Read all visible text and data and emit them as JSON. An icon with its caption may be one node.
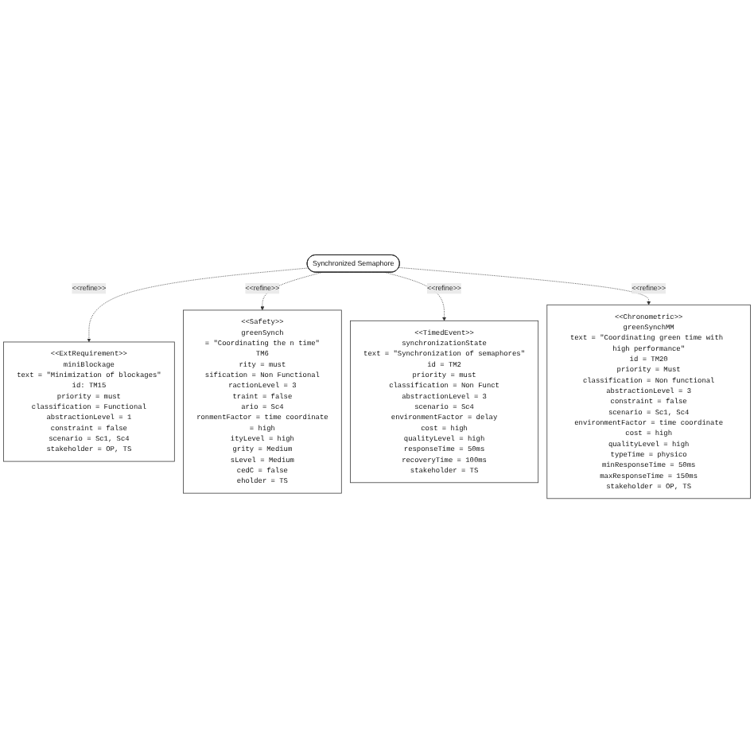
{
  "diagram": {
    "nodes": [
      {
        "text": [
          "<<ExtRequirement>>",
          "miniBlockage",
          "text = \"Minimization of blockages\"",
          "id: TM15",
          "priority = must",
          "classification = Functional",
          "abstractionLevel = 1",
          "constraint = false",
          "scenario = Sc1, Sc4",
          "stakeholder = OP, TS"
        ]
      },
      {
        "text": [
          "<<Safety>>",
          "greenSynch",
          "= \"Coordinating the n time\"",
          "TM6",
          "rity = must",
          "sification = Non Functional",
          "ractionLevel = 3",
          "traint = false",
          "ario = Sc4",
          "ronmentFactor = time coordinate",
          "= high",
          "ityLevel = high",
          "grity = Medium",
          "sLevel = Medium",
          "cedC = false",
          "eholder = TS"
        ]
      },
      {
        "text": [
          "Synchronized Semaphore"
        ]
      },
      {
        "text": [
          "<<TimedEvent>>",
          "synchronizationState",
          "text = \"Synchronization of semaphores\"",
          "id = TM2",
          "priority = must",
          "classification = Non Funct",
          "abstractionLevel = 3",
          "scenario = Sc4",
          "environmentFactor = delay",
          "cost = high",
          "qualityLevel = high",
          "responseTime = 50ms",
          "recoveryTime = 100ms",
          "stakeholder = TS"
        ]
      },
      {
        "text": [
          "<<Chronometric>>",
          "greenSynchMM",
          "text = \"Coordinating green time with high performance\"",
          "id = TM20",
          "priority = Must",
          "classification = Non functional",
          "abstractionLevel = 3",
          "constraint = false",
          "scenario = Sc1, Sc4",
          "environmentFactor = time coordinate",
          "cost = high",
          "qualityLevel = high",
          "typeTime = physico",
          "minResponseTime = 50ms",
          "maxResponseTime = 150ms",
          "stakeholder = OP, TS"
        ]
      }
    ],
    "edges": [
      {
        "from": 2,
        "to": 0,
        "arrow": "to",
        "label": "<<refine>>",
        "style": "dashed"
      },
      {
        "from": 2,
        "to": 1,
        "arrow": "to",
        "label": "<<refine>>",
        "style": "dashed"
      },
      {
        "from": 2,
        "to": 3,
        "arrow": "to",
        "label": "<<refine>>",
        "style": "dashed"
      },
      {
        "from": 2,
        "to": 4,
        "arrow": "to",
        "label": "<<refine>>",
        "style": "dashed"
      }
    ]
  }
}
